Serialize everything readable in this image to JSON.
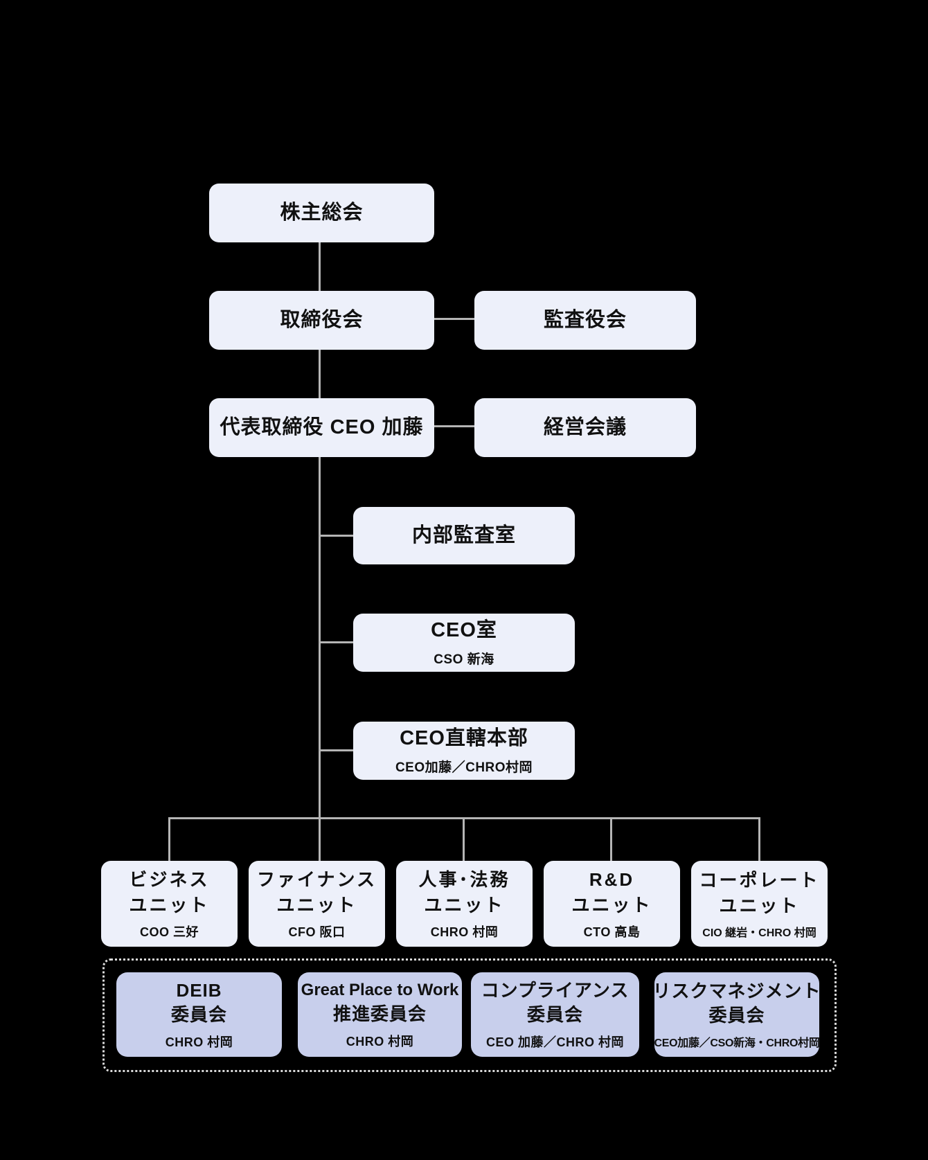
{
  "colors": {
    "background": "#000000",
    "node_fill": "#edf0fa",
    "committee_fill": "#c8cfec",
    "connector_line": "#b5b5b5",
    "dotted_border": "#dcdcdc",
    "text": "#111111"
  },
  "nodes": {
    "shareholders": {
      "title": "株主総会"
    },
    "board": {
      "title": "取締役会"
    },
    "audit_board": {
      "title": "監査役会"
    },
    "ceo": {
      "title": "代表取締役 CEO 加藤"
    },
    "management_meeting": {
      "title": "経営会議"
    },
    "internal_audit": {
      "title": "内部監査室"
    },
    "ceo_office": {
      "title": "CEO室",
      "subtitle": "CSO 新海"
    },
    "ceo_direct": {
      "title": "CEO直轄本部",
      "subtitle": "CEO加藤／CHRO村岡"
    }
  },
  "units": [
    {
      "title1": "ビジネス",
      "title2": "ユニット",
      "subtitle": "COO 三好"
    },
    {
      "title1": "ファイナンス",
      "title2": "ユニット",
      "subtitle": "CFO 阪口"
    },
    {
      "title1": "人事･法務",
      "title2": "ユニット",
      "subtitle": "CHRO 村岡"
    },
    {
      "title1": "R&D",
      "title2": "ユニット",
      "subtitle": "CTO 高島"
    },
    {
      "title1": "コーポレート",
      "title2": "ユニット",
      "subtitle": "CIO 継岩・CHRO 村岡"
    }
  ],
  "committees": [
    {
      "title1": "DEIB",
      "title2": "委員会",
      "subtitle": "CHRO 村岡"
    },
    {
      "title1": "Great Place to Work",
      "title2": "推進委員会",
      "subtitle": "CHRO 村岡"
    },
    {
      "title1": "コンプライアンス",
      "title2": "委員会",
      "subtitle": "CEO 加藤／CHRO 村岡"
    },
    {
      "title1": "リスクマネジメント",
      "title2": "委員会",
      "subtitle": "CEO加藤／CSO新海・CHRO村岡"
    }
  ]
}
